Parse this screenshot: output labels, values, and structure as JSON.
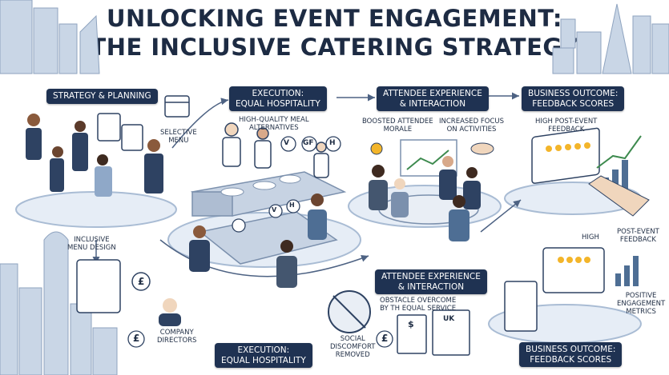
{
  "title": {
    "line1": "UNLOCKING EVENT ENGAGEMENT:",
    "line2": "THE INCLUSIVE CATERING STRATEGY"
  },
  "stages": {
    "strategy": "STRATEGY & PLANNING",
    "execution_top_1": "EXECUTION:",
    "execution_top_2": "EQUAL HOSPITALITY",
    "experience_top_1": "ATTENDEE EXPERIENCE",
    "experience_top_2": "& INTERACTION",
    "outcome_top_1": "BUSINESS OUTCOME:",
    "outcome_top_2": "FEEDBACK SCORES",
    "execution_bottom_1": "EXECUTION:",
    "execution_bottom_2": "EQUAL HOSPITALITY",
    "experience_bottom_1": "ATTENDEE EXPERIENCE",
    "experience_bottom_2": "& INTERACTION",
    "outcome_bottom_1": "BUSINESS OUTCOME:",
    "outcome_bottom_2": "FEEDBACK SCORES"
  },
  "annotations": {
    "selective_menu_1": "SELECTIVE",
    "selective_menu_2": "MENU",
    "meal_alt_1": "HIGH-QUALITY MEAL",
    "meal_alt_2": "ALTERNATIVES",
    "boosted_1": "BOOSTED ATTENDEE",
    "boosted_2": "MORALE",
    "focus_1": "INCREASED FOCUS",
    "focus_2": "ON ACTIVITIES",
    "high_feedback_1": "HIGH POST-EVENT",
    "high_feedback_2": "FEEDBACK",
    "inclusive_1": "INCLUSIVE",
    "inclusive_2": "MENU DESIGN",
    "company_1": "COMPANY",
    "company_2": "DIRECTORS",
    "social_1": "SOCIAL",
    "social_2": "DISCOMFORT",
    "social_3": "REMOVED",
    "obstacle_1": "OBSTACLE OVERCOME",
    "obstacle_2": "BY TH EQUAL SERVICE",
    "high": "HIGH",
    "post_event_1": "POST-EVENT",
    "post_event_2": "FEEDBACK",
    "positive_1": "POSITIVE",
    "positive_2": "ENGAGEMENT",
    "positive_3": "METRICS"
  },
  "badges": {
    "v": "V",
    "gf": "GF",
    "h": "H",
    "uk": "UK",
    "pound": "£",
    "dollar": "$"
  },
  "colors": {
    "navy": "#1f3252",
    "platform": "#e6edf6",
    "platform_edge": "#a9bcd4",
    "skyline": "#c9d6e6",
    "accent_green": "#3d8a4e",
    "star": "#f3b52a"
  }
}
